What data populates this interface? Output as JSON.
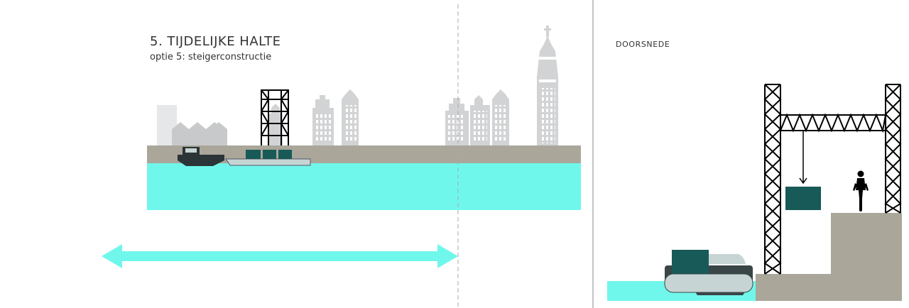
{
  "diagram": {
    "title": "5. TIJDELIJKE HALTE",
    "subtitle": "optie 5: steigerconstructie",
    "section_label": "DOORSNEDE"
  },
  "colors": {
    "water": "#70f7ec",
    "quay": "#aaa69a",
    "buildings": "#d2d3d5",
    "container": "#175a57",
    "truss": "#000000",
    "dashed_line": "#aaaaaa",
    "divider": "#888888"
  }
}
